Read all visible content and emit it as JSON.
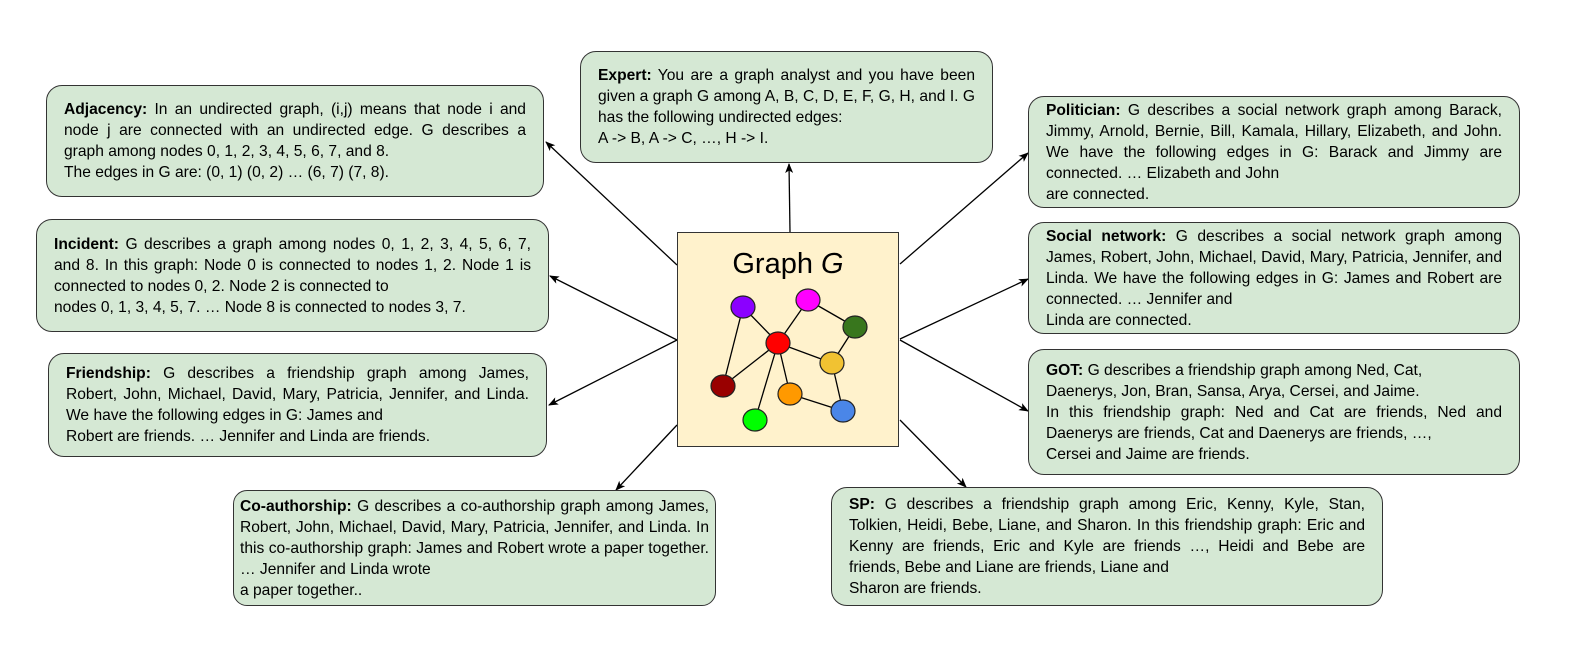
{
  "center": {
    "title_prefix": "Graph ",
    "title_var": "G",
    "nodes": [
      {
        "id": "purple",
        "color": "#8b00ff"
      },
      {
        "id": "magenta",
        "color": "#ff00ff"
      },
      {
        "id": "darkgreen",
        "color": "#38761d"
      },
      {
        "id": "red",
        "color": "#ff0000"
      },
      {
        "id": "yellow",
        "color": "#f1c232"
      },
      {
        "id": "darkred",
        "color": "#990000"
      },
      {
        "id": "orange",
        "color": "#ff9900"
      },
      {
        "id": "blue",
        "color": "#4a86e8"
      },
      {
        "id": "green",
        "color": "#00ff00"
      }
    ],
    "edges": [
      [
        "purple",
        "red"
      ],
      [
        "purple",
        "darkred"
      ],
      [
        "magenta",
        "red"
      ],
      [
        "magenta",
        "darkgreen"
      ],
      [
        "darkgreen",
        "yellow"
      ],
      [
        "red",
        "yellow"
      ],
      [
        "red",
        "darkred"
      ],
      [
        "red",
        "orange"
      ],
      [
        "red",
        "green"
      ],
      [
        "yellow",
        "blue"
      ],
      [
        "orange",
        "blue"
      ]
    ]
  },
  "colors": {
    "box_fill": "#d5e8d4",
    "box_stroke": "#333333",
    "center_fill": "#fff2cc"
  },
  "prompts": {
    "adjacency": {
      "label": "Adjacency:",
      "text": " In an undirected graph, (i,j) means that node i and node j are connected with an undirected edge. G describes a graph among nodes 0, 1, 2, 3, 4, 5, 6, 7, and 8.",
      "last": "The edges in G are: (0, 1) (0, 2) … (6, 7) (7, 8)."
    },
    "incident": {
      "label": "Incident:",
      "text": " G describes a graph among nodes 0, 1, 2, 3, 4, 5, 6, 7, and 8. In this graph: Node 0 is connected to nodes 1, 2. Node 1 is connected to nodes 0, 2. Node 2 is connected to",
      "last": "nodes 0, 1, 3, 4, 5, 7. … Node 8 is connected to nodes 3, 7."
    },
    "friendship": {
      "label": "Friendship:",
      "text": " G describes a friendship graph among James, Robert, John, Michael, David, Mary, Patricia, Jennifer, and Linda. We have the following edges in G: James and",
      "last": "Robert are friends. … Jennifer and Linda are friends."
    },
    "coauthorship": {
      "label": "Co-authorship:",
      "text": " G describes a co-authorship graph among James, Robert, John, Michael, David, Mary, Patricia, Jennifer, and Linda. In this co-authorship graph: James and Robert wrote a paper together. … Jennifer and Linda wrote",
      "last": "a paper together.."
    },
    "expert": {
      "label": "Expert:",
      "text": " You are a graph analyst and you have been given a graph G among A, B, C, D, E, F, G, H, and I. G has the following undirected edges:",
      "last": "A -> B, A -> C, …, H -> I."
    },
    "politician": {
      "label": "Politician:",
      "text": " G describes a social network graph among Barack, Jimmy, Arnold, Bernie, Bill, Kamala, Hillary, Elizabeth, and John. We have the following edges in G: Barack and Jimmy are connected. … Elizabeth and John",
      "last": "are connected."
    },
    "social_network": {
      "label": "Social network:",
      "text": " G describes a social network graph among James, Robert, John, Michael, David, Mary, Patricia, Jennifer, and Linda. We have the following edges in G: James and Robert are connected. … Jennifer and",
      "last": "Linda are connected."
    },
    "got": {
      "label": "GOT:",
      "text": " G describes a friendship graph among Ned, Cat,",
      "line2": "Daenerys, Jon, Bran, Sansa, Arya, Cersei, and Jaime.",
      "text3": "In this friendship graph: Ned and Cat are friends, Ned and Daenerys are friends, Cat and Daenerys are friends, …,",
      "last": "Cersei and Jaime are friends."
    },
    "sp": {
      "label": "SP:",
      "text": " G describes a friendship graph among Eric, Kenny, Kyle, Stan, Tolkien, Heidi, Bebe, Liane, and Sharon. In this friendship graph: Eric and Kenny are friends, Eric and Kyle are friends …, Heidi and Bebe are friends, Bebe and Liane are friends, Liane and",
      "last": "Sharon are friends."
    }
  }
}
